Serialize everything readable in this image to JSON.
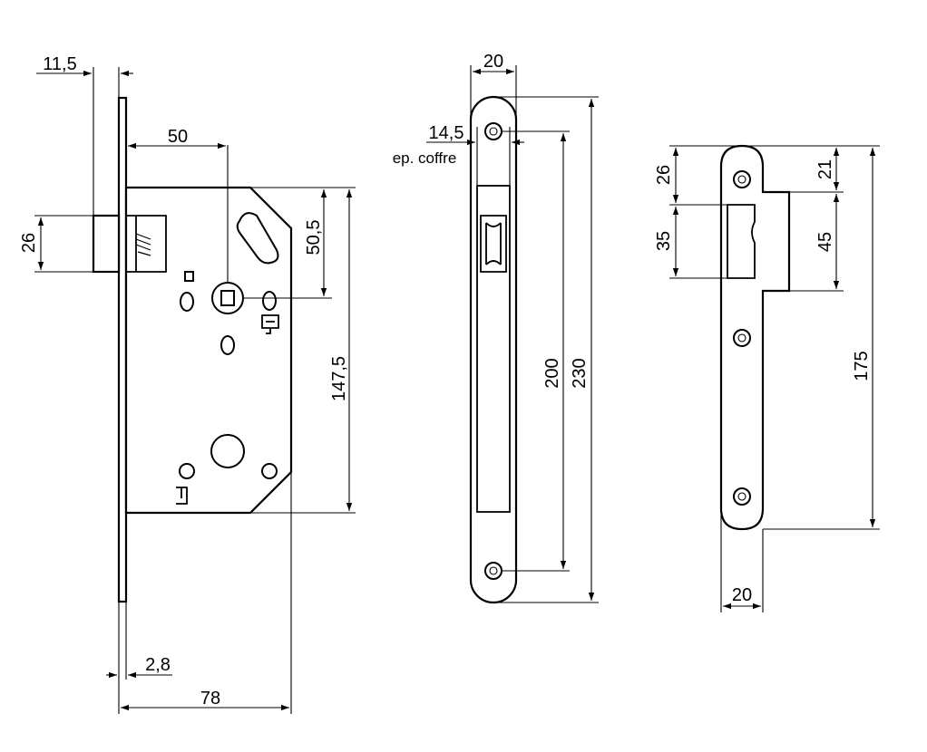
{
  "dimensions": {
    "lock_backset_faceplate_offset": "11,5",
    "lock_latch_height": "26",
    "lock_backset": "50",
    "lock_spindle_to_top": "50,5",
    "lock_case_height": "147,5",
    "lock_faceplate_thickness": "2,8",
    "lock_case_depth": "78",
    "faceplate_width": "20",
    "faceplate_case_thickness": "14,5",
    "faceplate_case_thickness_note": "ep. coffre",
    "faceplate_screw_distance": "200",
    "faceplate_length": "230",
    "strike_top_offset_outer": "26",
    "strike_top_offset_inner": "21",
    "strike_latch_opening": "35",
    "strike_lip_height": "45",
    "strike_length": "175",
    "strike_width": "20"
  }
}
